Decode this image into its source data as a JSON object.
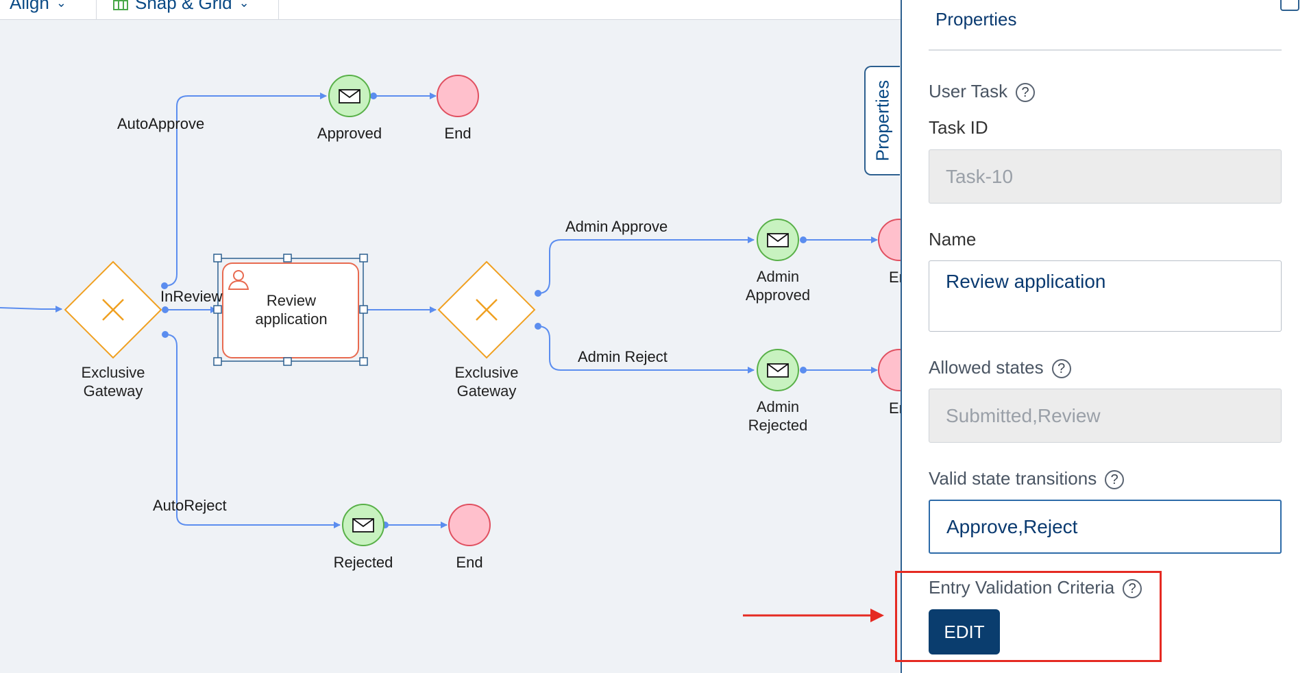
{
  "toolbar": {
    "align_label": "Align",
    "snap_label": "Snap & Grid"
  },
  "diagram": {
    "gateway1": "Exclusive Gateway",
    "gateway2": "Exclusive Gateway",
    "task": "Review application",
    "approved": "Approved",
    "end": "End",
    "rejected": "Rejected",
    "admin_approved": "Admin Approved",
    "admin_rejected": "Admin Rejected",
    "end_partial": "Er",
    "flow_autoapprove": "AutoApprove",
    "flow_inreview": "InReview",
    "flow_autoreject": "AutoReject",
    "flow_admin_approve": "Admin Approve",
    "flow_admin_reject": "Admin Reject"
  },
  "panel": {
    "tab_label": "Properties",
    "title": "Properties",
    "type_label": "User Task",
    "help_glyph": "?",
    "task_id_label": "Task ID",
    "task_id_value": "Task-10",
    "name_label": "Name",
    "name_value": "Review application",
    "allowed_states_label": "Allowed states",
    "allowed_states_value": "Submitted,Review",
    "valid_transitions_label": "Valid state transitions",
    "valid_transitions_value": "Approve,Reject",
    "entry_validation_label": "Entry Validation Criteria",
    "edit_label": "EDIT"
  },
  "colors": {
    "accent": "#0a3d6e",
    "flow": "#5b8def",
    "gateway": "#f0a020",
    "task_border": "#e86a50",
    "message_fill": "#c8f2c0",
    "end_fill": "#ffc0cc",
    "end_stroke": "#e05060",
    "highlight": "#e52a22"
  }
}
